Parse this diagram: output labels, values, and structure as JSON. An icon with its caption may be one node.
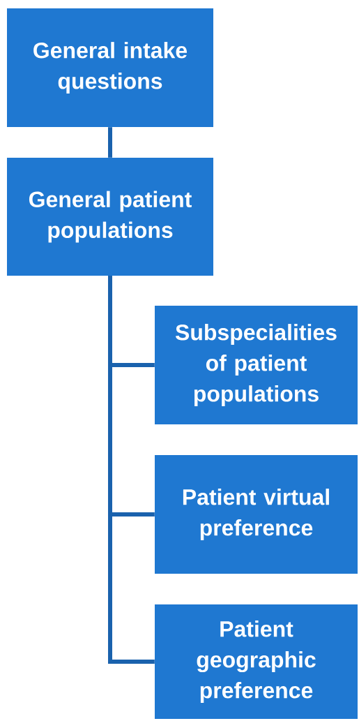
{
  "diagram": {
    "nodes": [
      {
        "text": [
          "General intake questions"
        ]
      },
      {
        "text": [
          "General patient populations"
        ]
      },
      {
        "text": [
          "Subspecialities of patient populations"
        ]
      },
      {
        "text": [
          "Patient virtual preference"
        ]
      },
      {
        "text": [
          "Patient geographic preference"
        ]
      }
    ],
    "edges": [
      {
        "from": 0,
        "to": 1,
        "arrow": "none"
      },
      {
        "from": 1,
        "to": 2,
        "arrow": "none"
      },
      {
        "from": 1,
        "to": 3,
        "arrow": "none"
      },
      {
        "from": 1,
        "to": 4,
        "arrow": "none"
      }
    ]
  }
}
